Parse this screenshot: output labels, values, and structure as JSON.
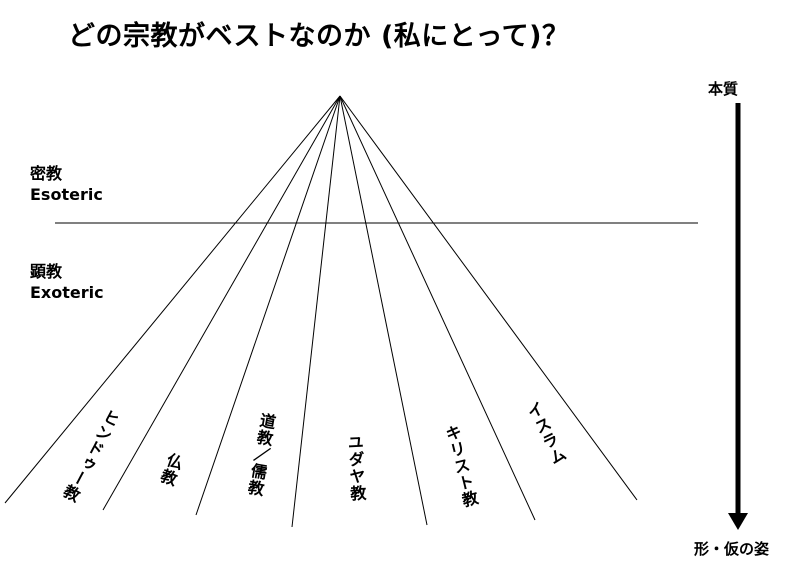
{
  "title": "どの宗教がベストなのか (私にとって)？",
  "layers": {
    "esoteric": {
      "ja": "密教",
      "en": "Esoteric"
    },
    "exoteric": {
      "ja": "顕教",
      "en": "Exoteric"
    }
  },
  "axis": {
    "top": "本質",
    "bottom": "形・仮の姿"
  },
  "religions": [
    {
      "key": "hinduism",
      "label": "ヒンドゥー教"
    },
    {
      "key": "buddhism",
      "label": "仏教"
    },
    {
      "key": "taoism-confucianism",
      "label": "道教／儒教"
    },
    {
      "key": "judaism",
      "label": "ユダヤ教"
    },
    {
      "key": "christianity",
      "label": "キリスト教"
    },
    {
      "key": "islam",
      "label": "イスラム"
    }
  ],
  "colors": {
    "line": "#000000",
    "background": "#ffffff"
  }
}
